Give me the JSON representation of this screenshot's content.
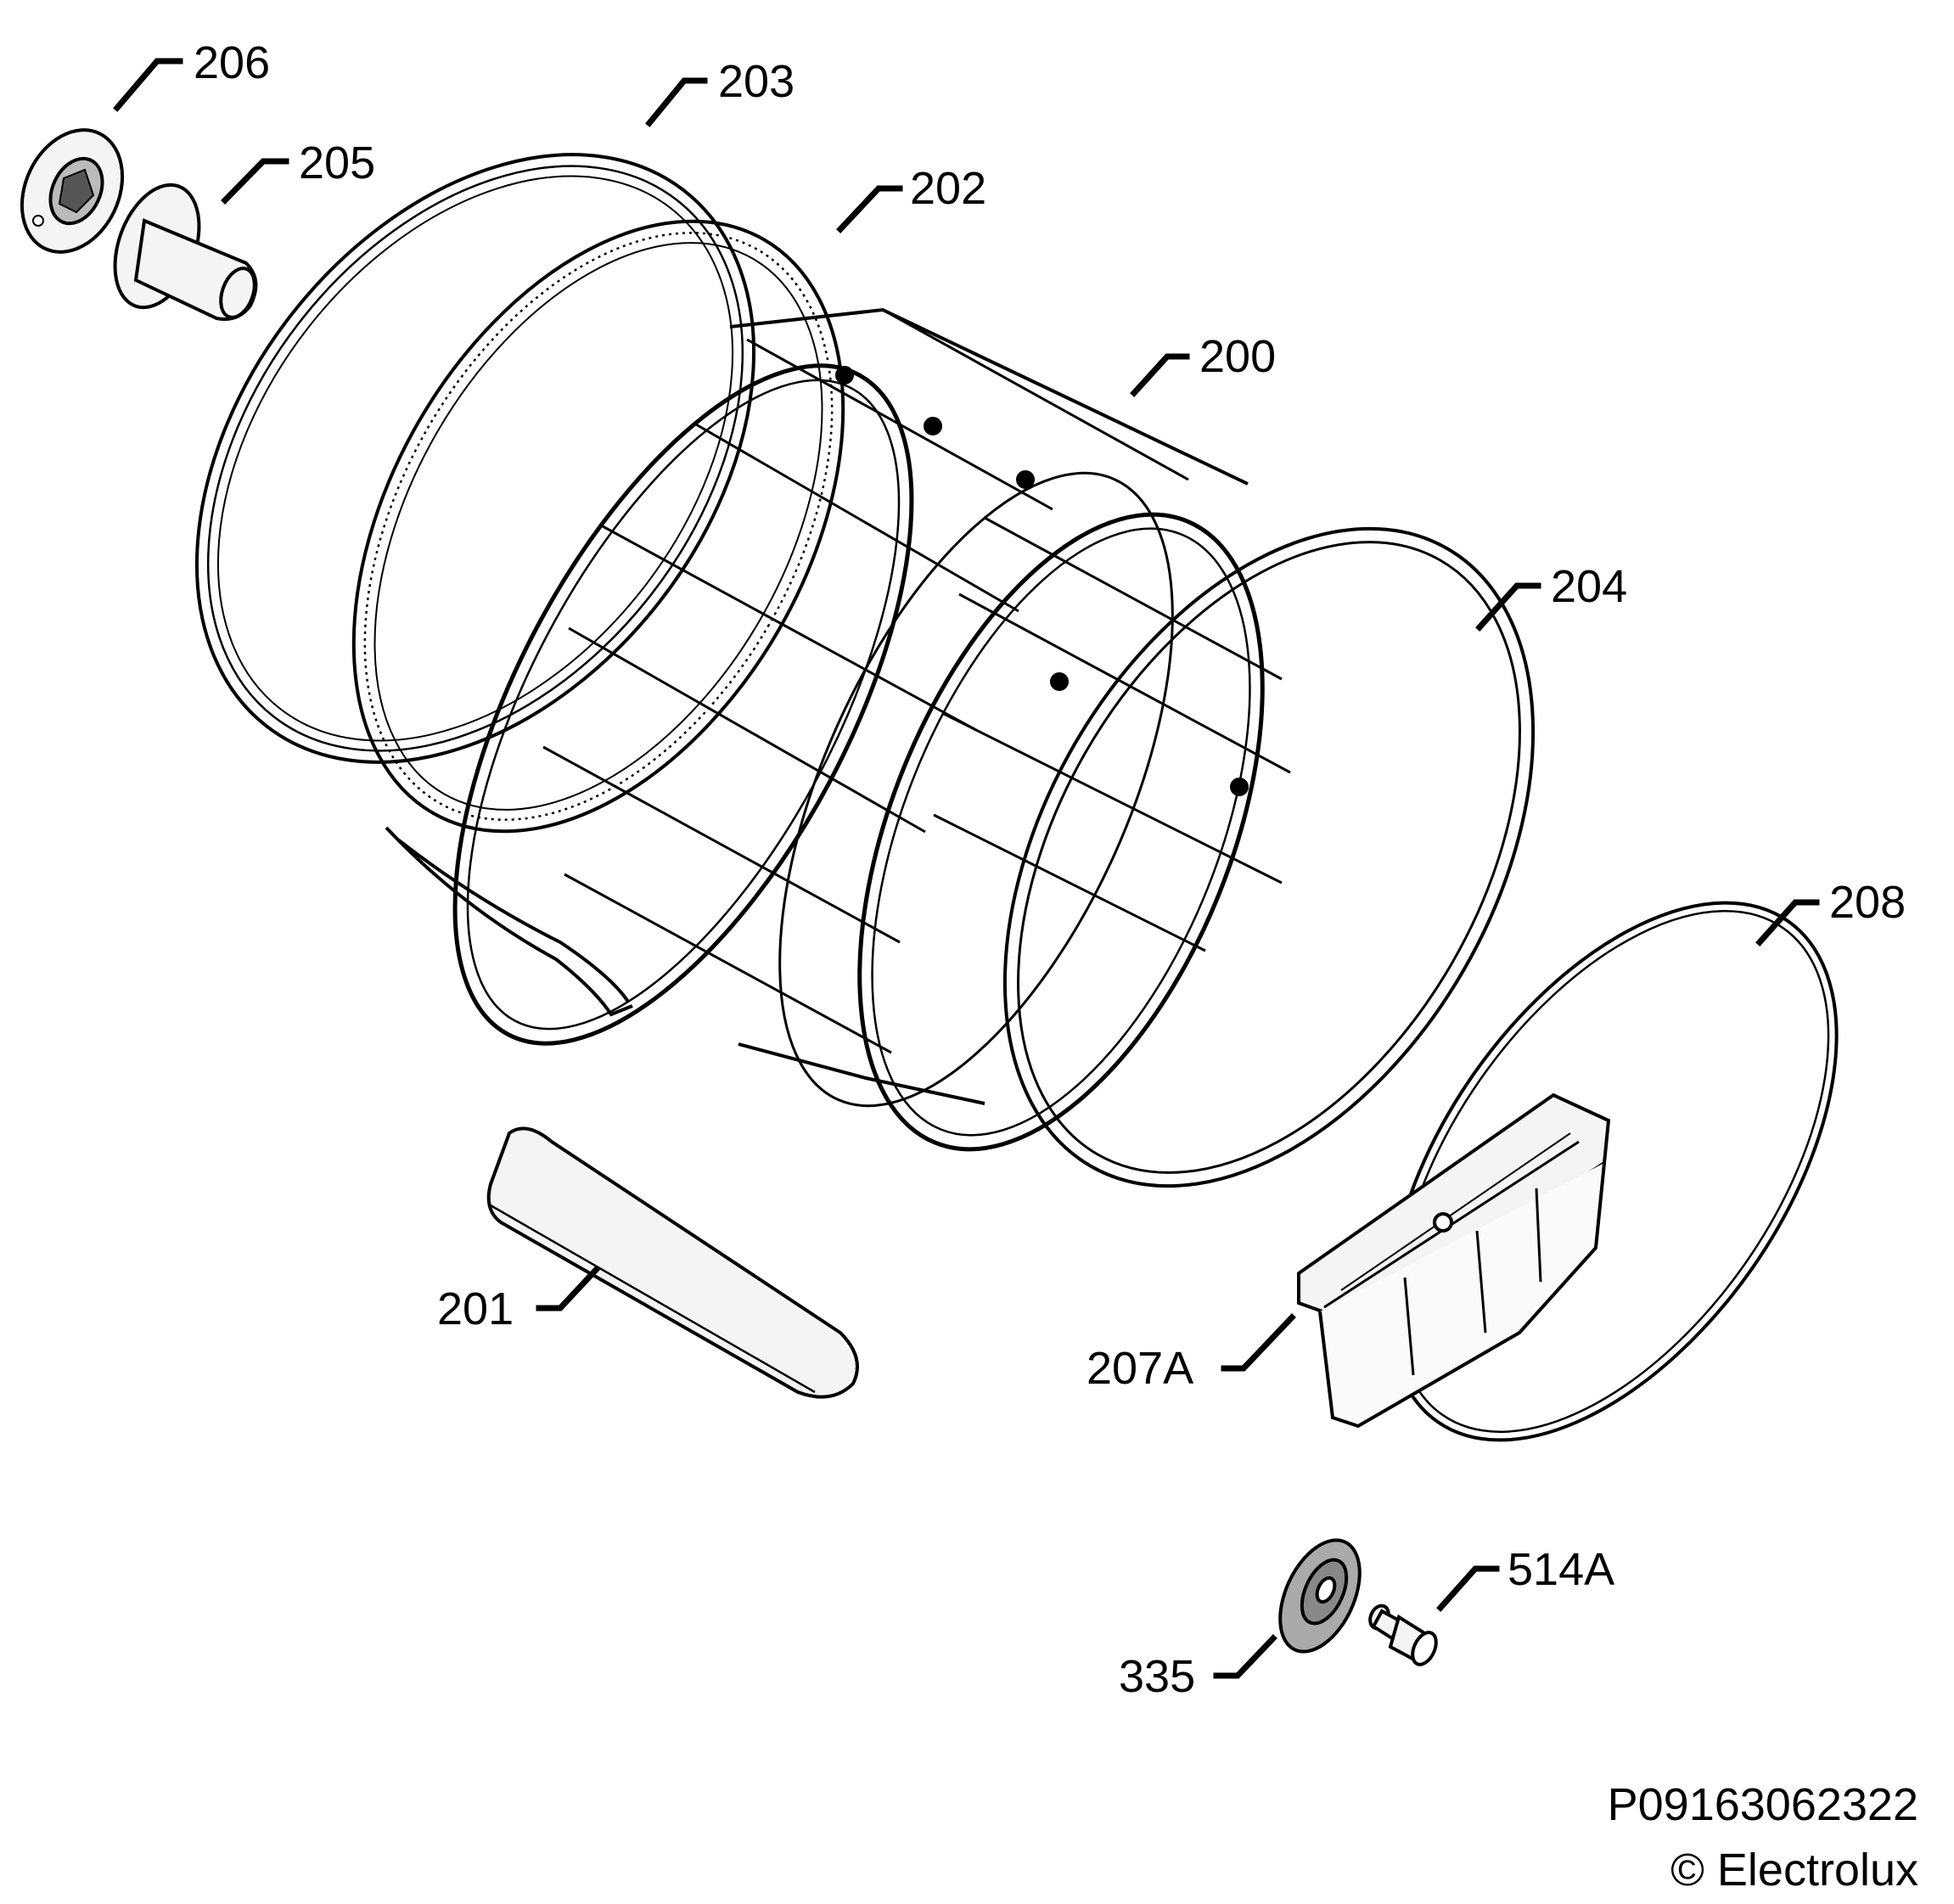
{
  "diagram": {
    "part_labels": {
      "p206": "206",
      "p203": "203",
      "p205": "205",
      "p202": "202",
      "p200": "200",
      "p204": "204",
      "p208": "208",
      "p201": "201",
      "p207a": "207A",
      "p514a": "514A",
      "p335": "335"
    }
  },
  "footer": {
    "diagram_code": "P09163062322",
    "copyright": "© Electrolux"
  },
  "colors": {
    "line": "#000000",
    "background": "#ffffff",
    "part_fill": "#f4f4f4"
  }
}
